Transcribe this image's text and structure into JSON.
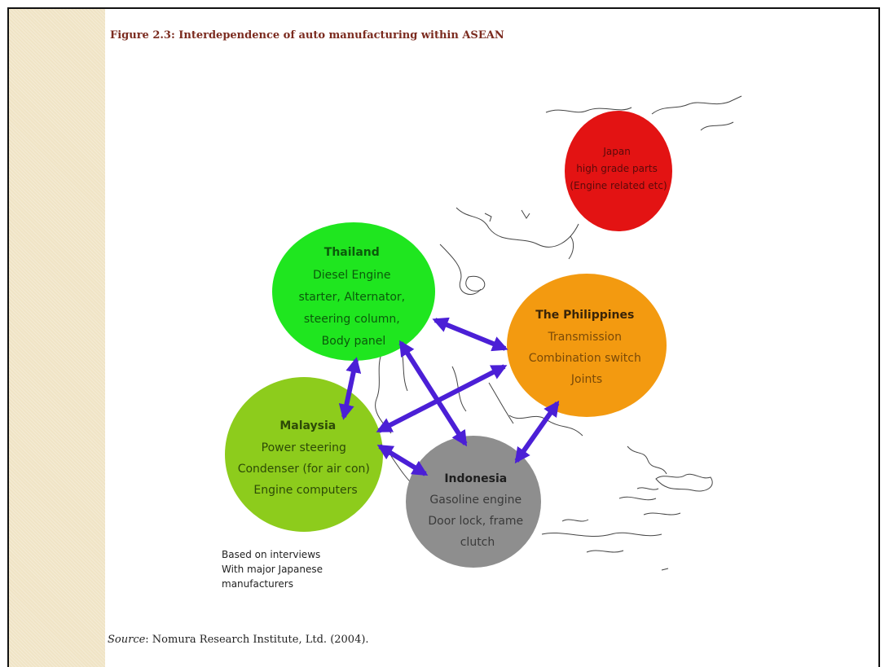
{
  "caption": "Figure 2.3: Interdependence of auto manufacturing within ASEAN",
  "countries": {
    "japan": {
      "name": "Japan",
      "line1": "high grade parts",
      "line2": "(Engine related etc)",
      "color": "#e31313"
    },
    "thailand": {
      "name": "Thailand",
      "line1": "Diesel Engine",
      "line2": "starter, Alternator,",
      "line3": "steering column,",
      "line4": "Body panel",
      "color": "#1fe61f"
    },
    "philippines": {
      "name": "The Philippines",
      "line1": "Transmission",
      "line2": "Combination switch",
      "line3": "Joints",
      "color": "#f39a10"
    },
    "malaysia": {
      "name": "Malaysia",
      "line1": "Power steering",
      "line2": "Condenser (for air con)",
      "line3": "Engine computers",
      "color": "#8dcc1c"
    },
    "indonesia": {
      "name": "Indonesia",
      "line1": "Gasoline engine",
      "line2": "Door lock, frame",
      "line3": "clutch",
      "color": "#8e8e8e"
    }
  },
  "arrow_color": "#4b1fd6",
  "note": {
    "line1": "Based on interviews",
    "line2": "With major Japanese",
    "line3": "manufacturers"
  },
  "source": {
    "label": "Source",
    "text": ": Nomura Research Institute, Ltd. (2004)."
  }
}
